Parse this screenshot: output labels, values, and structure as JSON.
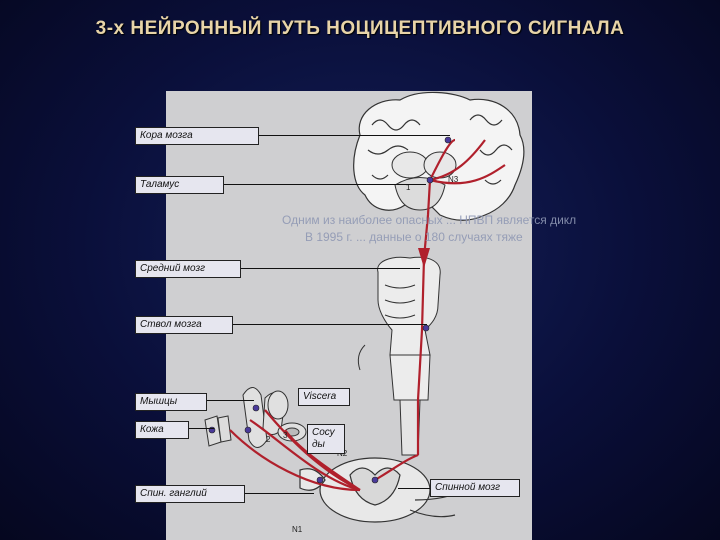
{
  "title": "3-х  НЕЙРОННЫЙ  ПУТЬ  НОЦИЦЕПТИВНОГО  СИГНАЛА",
  "labels": {
    "cortex": "Кора мозга",
    "thalamus": "Таламус",
    "midbrain": "Средний мозг",
    "brainstem": "Ствол мозга",
    "muscles": "Мышцы",
    "skin": "Кожа",
    "ganglion": "Спин. ганглий",
    "viscera": "Viscera",
    "vessels": "Сосу\nды",
    "spinal_cord": "Спинной мозг"
  },
  "neurons": {
    "n1": "N1",
    "n2": "N2",
    "n3": "N3"
  },
  "figure_numbers": {
    "one": "1",
    "two": "2",
    "three": "3"
  },
  "overlay_text": {
    "line1": "Одним из наиболее опасных ... НПВП   является дикл",
    "line2": "В 1995 г. ...  данные о 180 случаях тяже"
  },
  "colors": {
    "background": "#0a0f3a",
    "title": "#e8d4a8",
    "panel": "#cfcfd1",
    "pathway": "#b0202c"
  }
}
